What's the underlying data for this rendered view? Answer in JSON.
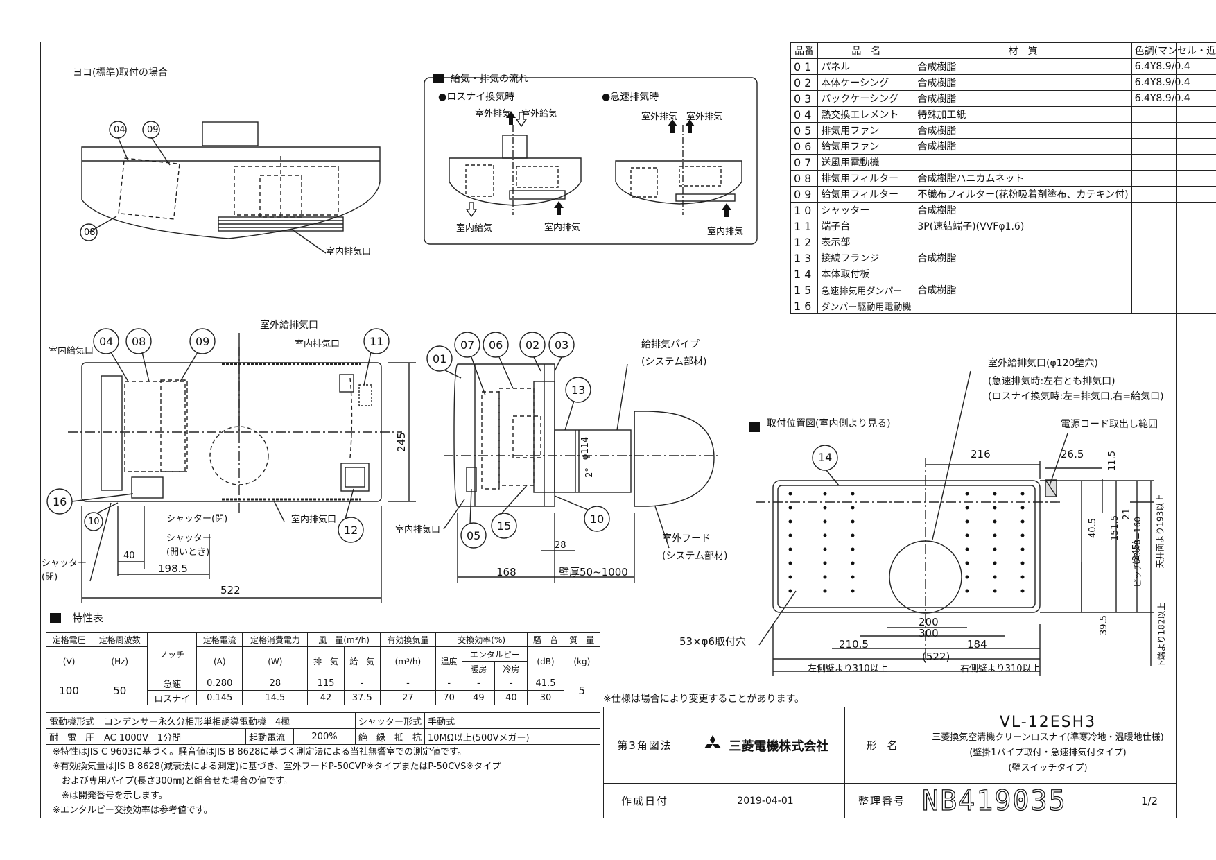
{
  "views": {
    "side_title": "ヨコ(標準)取付の場合",
    "side_labels": {
      "c04": "04",
      "c09": "09",
      "c08": "08",
      "room_exhaust": "室内排気口"
    },
    "flow": {
      "title": "給気・排気の流れ",
      "lossnay": "●ロスナイ換気時",
      "quick": "●急速排気時",
      "out_exhaust": "室外排気",
      "out_supply": "室外給気",
      "in_supply": "室内給気",
      "in_exhaust": "室内排気"
    },
    "front": {
      "in_supply_port": "室内給気口",
      "out_port": "室外給排気口",
      "in_exhaust_top": "室内排気口",
      "in_exhaust_bottom": "室内排気口",
      "c04": "04",
      "c08": "08",
      "c09": "09",
      "c11": "11",
      "c16": "16",
      "c10": "10",
      "c12": "12",
      "shutter_closed": "シャッター(閉)",
      "shutter_open_label": "シャッター",
      "shutter_open_sub": "(開いとき)",
      "shutter_closed2": "シャッター",
      "shutter_closed2_sub": "(閉)",
      "dim_245": "245",
      "dim_40": "40",
      "dim_198": "198.5",
      "dim_522": "522"
    },
    "section": {
      "c01": "01",
      "c07": "07",
      "c06": "06",
      "c02": "02",
      "c03": "03",
      "c13": "13",
      "c05": "05",
      "c15": "15",
      "c10": "10",
      "pipe": "給排気パイプ",
      "pipe_sub": "(システム部材)",
      "hood": "室外フード",
      "hood_sub": "(システム部材)",
      "in_exhaust": "室内排気口",
      "dim_phi": "φ114",
      "dim_slope": "2°",
      "dim_28": "28",
      "dim_168": "168",
      "dim_wall": "壁厚50~1000"
    },
    "mount": {
      "title": "取付位置図(室内側より見る)",
      "port": "室外給排気口(φ120壁穴)",
      "port_note1": "(急速排気時:左右とも排気口)",
      "port_note2": "(ロスナイ換気時:左=排気口,右=給気口)",
      "cord": "電源コード取出し範囲",
      "c14": "14",
      "holes": "53×φ6取付穴",
      "d216": "216",
      "d26": "26.5",
      "d11": "11.5",
      "d21": "21",
      "d40": "40.5",
      "d151": "151.5",
      "pitch": "ピッチ20×8=160",
      "d245": "(245)",
      "d39": "39.5",
      "ceiling": "天井面より193以上",
      "floor": "下端より182以上",
      "d200": "200",
      "d300": "300",
      "d210": "210.5",
      "d184": "184",
      "d522": "(522)",
      "left_wall": "左側壁より310以上",
      "right_wall": "右側壁より310以上"
    }
  },
  "parts_table": {
    "headers": [
      "品番",
      "品　名",
      "材　質",
      "色調(マンセル・近)"
    ],
    "rows": [
      [
        "01",
        "パネル",
        "合成樹脂",
        "6.4Y8.9/0.4"
      ],
      [
        "02",
        "本体ケーシング",
        "合成樹脂",
        "6.4Y8.9/0.4"
      ],
      [
        "03",
        "バックケーシング",
        "合成樹脂",
        "6.4Y8.9/0.4"
      ],
      [
        "04",
        "熱交換エレメント",
        "特殊加工紙",
        ""
      ],
      [
        "05",
        "排気用ファン",
        "合成樹脂",
        ""
      ],
      [
        "06",
        "給気用ファン",
        "合成樹脂",
        ""
      ],
      [
        "07",
        "送風用電動機",
        "",
        ""
      ],
      [
        "08",
        "排気用フィルター",
        "合成樹脂ハニカムネット",
        ""
      ],
      [
        "09",
        "給気用フィルター",
        "不織布フィルター(花粉吸着剤塗布、カテキン付)",
        ""
      ],
      [
        "10",
        "シャッター",
        "合成樹脂",
        ""
      ],
      [
        "11",
        "端子台",
        "3P(速結端子)(VVFφ1.6)",
        ""
      ],
      [
        "12",
        "表示部",
        "",
        ""
      ],
      [
        "13",
        "接続フランジ",
        "合成樹脂",
        ""
      ],
      [
        "14",
        "本体取付板",
        "",
        ""
      ],
      [
        "15",
        "急速排気用ダンパー",
        "合成樹脂",
        ""
      ],
      [
        "16",
        "ダンパー駆動用電動機",
        "",
        ""
      ]
    ]
  },
  "spec": {
    "title": "特性表",
    "h_voltage": "定格電圧",
    "u_voltage": "(V)",
    "h_freq": "定格周波数",
    "u_freq": "(Hz)",
    "h_notch": "ノッチ",
    "h_current": "定格電流",
    "u_current": "(A)",
    "h_power": "定格消費電力",
    "u_power": "(W)",
    "h_air": "風　量(m³/h)",
    "h_exh": "排　気",
    "h_sup": "給　気",
    "h_eff": "有効換気量",
    "u_eff": "(m³/h)",
    "h_exch": "交換効率(%)",
    "h_temp": "温度",
    "h_enth": "エンタルピー",
    "h_heat": "暖房",
    "h_cool": "冷房",
    "h_noise": "騒　音",
    "u_noise": "(dB)",
    "h_mass": "質　量",
    "u_mass": "(kg)",
    "voltage": "100",
    "freq": "50",
    "mass": "5",
    "rows": [
      {
        "notch": "急速",
        "current": "0.280",
        "power": "28",
        "exh": "115",
        "sup": "-",
        "eff": "-",
        "temp": "-",
        "heat": "-",
        "cool": "-",
        "noise": "41.5"
      },
      {
        "notch": "ロスナイ",
        "current": "0.145",
        "power": "14.5",
        "exh": "42",
        "sup": "37.5",
        "eff": "27",
        "temp": "70",
        "heat": "49",
        "cool": "40",
        "noise": "30"
      }
    ],
    "motor_label": "電動機形式",
    "motor": "コンデンサー永久分相形単相誘導電動機　4極",
    "shutter_label": "シャッター形式",
    "shutter": "手動式",
    "withstand_label": "耐　電　圧",
    "withstand": "AC 1000V　1分間",
    "start_label": "起動電流",
    "start": "200%",
    "insul_label": "絶　縁　抵　抗",
    "insul": "10MΩ以上(500Vメガー)",
    "notes": [
      "※特性はJIS C 9603に基づく。騒音値はJIS B 8628に基づく測定法による当社無響室での測定値です。",
      "※有効換気量はJIS B 8628(減衰法による測定)に基づき、室外フードP-50CVP※タイプまたはP-50CVS※タイプ",
      "　および専用パイプ(長さ300㎜)と組合せた場合の値です。",
      "　※は開発番号を示します。",
      "※エンタルピー交換効率は参考値です。"
    ]
  },
  "title_block": {
    "change_note": "※仕様は場合により変更することがあります。",
    "projection": "第3角図法",
    "company": "三菱電機株式会社",
    "name_label": "形　名",
    "model": "VL-12ESH3",
    "desc1": "三菱換気空清機クリーンロスナイ(準寒冷地・温暖地仕様)",
    "desc2": "(壁掛1パイプ取付・急速排気付タイプ)",
    "desc3": "(壁スイッチタイプ)",
    "date_label": "作成日付",
    "date": "2019-04-01",
    "number_label": "整理番号",
    "number": "NB419035",
    "page": "1/2"
  }
}
